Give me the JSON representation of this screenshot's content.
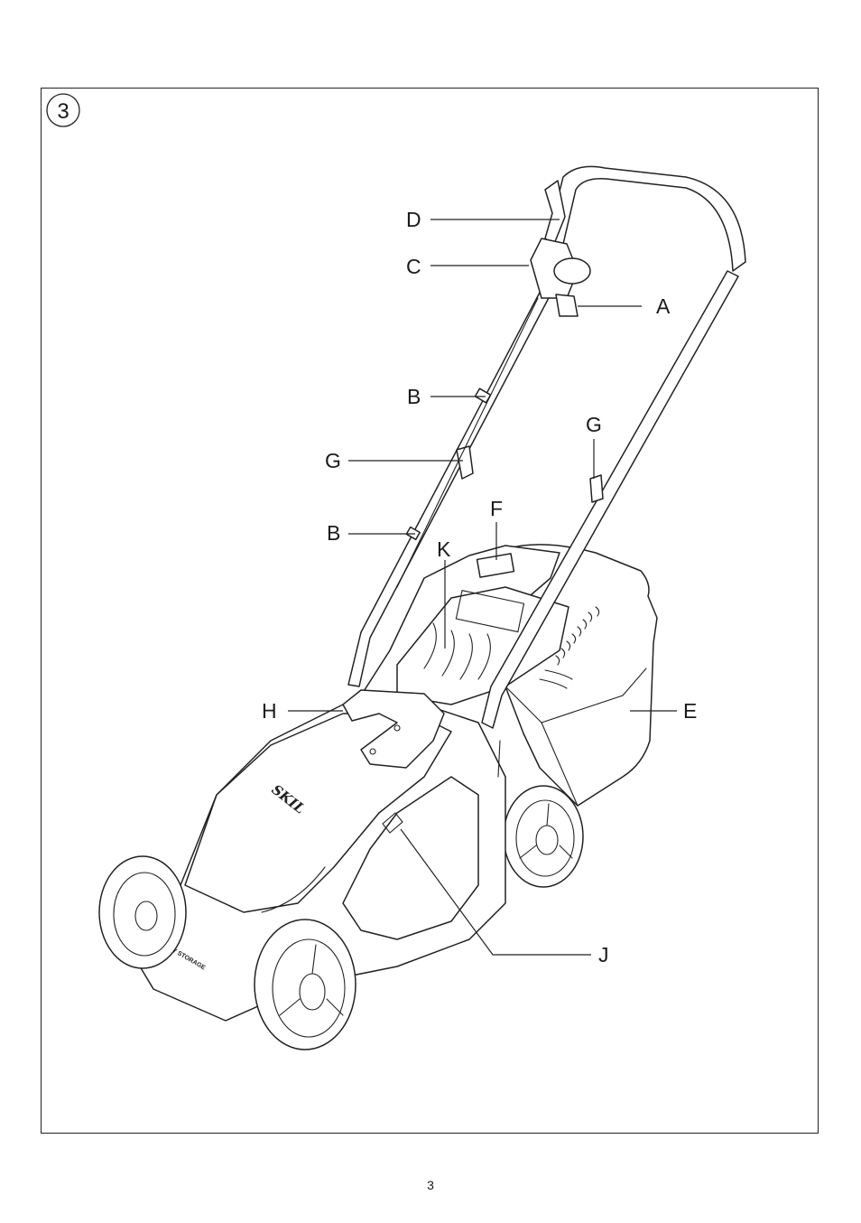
{
  "figure": {
    "number": "3"
  },
  "labels": {
    "A": "A",
    "B_upper": "B",
    "B_lower": "B",
    "C": "C",
    "D": "D",
    "E": "E",
    "F": "F",
    "G_left": "G",
    "G_right": "G",
    "H": "H",
    "J": "J",
    "K": "K"
  },
  "mower": {
    "brand": "SKIL",
    "deck_text": "EASY STORAGE"
  },
  "page": {
    "number": "3"
  }
}
